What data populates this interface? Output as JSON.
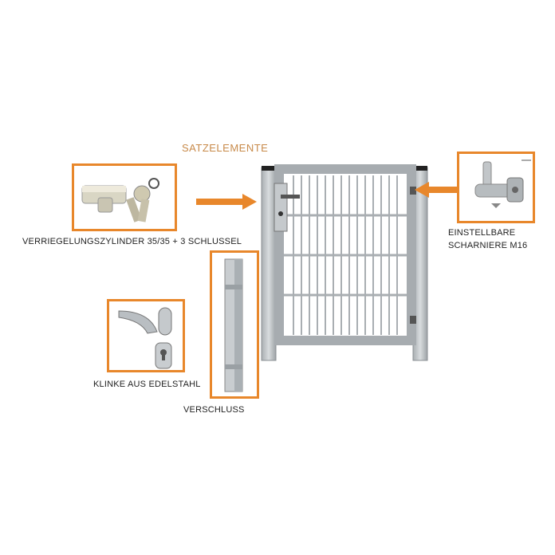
{
  "title": "SATZELEMENTE",
  "labels": {
    "cylinder": "VERRIEGELUNGSZYLINDER 35/35 + 3 SCHLUSSEL",
    "hinge_line1": "EINSTELLBARE",
    "hinge_line2": "SCHARNIERE M16",
    "handle": "KLINKE AUS EDELSTAHL",
    "latch": "VERSCHLUSS"
  },
  "colors": {
    "accent": "#e8872b",
    "title": "#c88a4a",
    "steel": "#b9bec2"
  }
}
